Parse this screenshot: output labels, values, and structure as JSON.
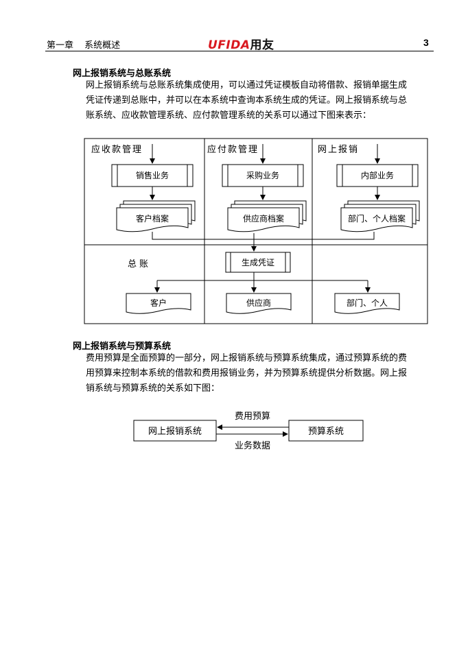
{
  "header": {
    "chapter": "第一章",
    "chapter_title": "系统概述",
    "logo_brand": "UFIDA",
    "logo_cn": "用友",
    "page_number": "3"
  },
  "section1": {
    "title": "网上报销系统与总账系统",
    "lines": [
      "网上报销系统与总账系统集成使用，可以通过凭证模板自动将借款、报销单据生成",
      "凭证传递到总账中，并可以在本系统中查询本系统生成的凭证。网上报销系统与总",
      "账系统、应收款管理系统、应付款管理系统的关系可以通过下图来表示："
    ]
  },
  "diagram1": {
    "col_titles": [
      "应收款管理",
      "应付款管理",
      "网上报销"
    ],
    "process_boxes": [
      "销售业务",
      "采购业务",
      "内部业务"
    ],
    "archive_docs": [
      "客户档案",
      "供应商档案",
      "部门、个人档案"
    ],
    "gl_label": "总账",
    "center_process": "生成凭证",
    "output_docs": [
      "客户",
      "供应商",
      "部门、个人"
    ]
  },
  "section2": {
    "title": "网上报销系统与预算系统",
    "lines": [
      "费用预算是全面预算的一部分，网上报销系统与预算系统集成，通过预算系统的费",
      "用预算来控制本系统的借款和费用报销业务，并为预算系统提供分析数据。网上报",
      "销系统与预算系统的关系如下图："
    ]
  },
  "diagram2": {
    "left_box": "网上报销系统",
    "right_box": "预算系统",
    "top_arrow_label": "费用预算",
    "bottom_arrow_label": "业务数据"
  }
}
